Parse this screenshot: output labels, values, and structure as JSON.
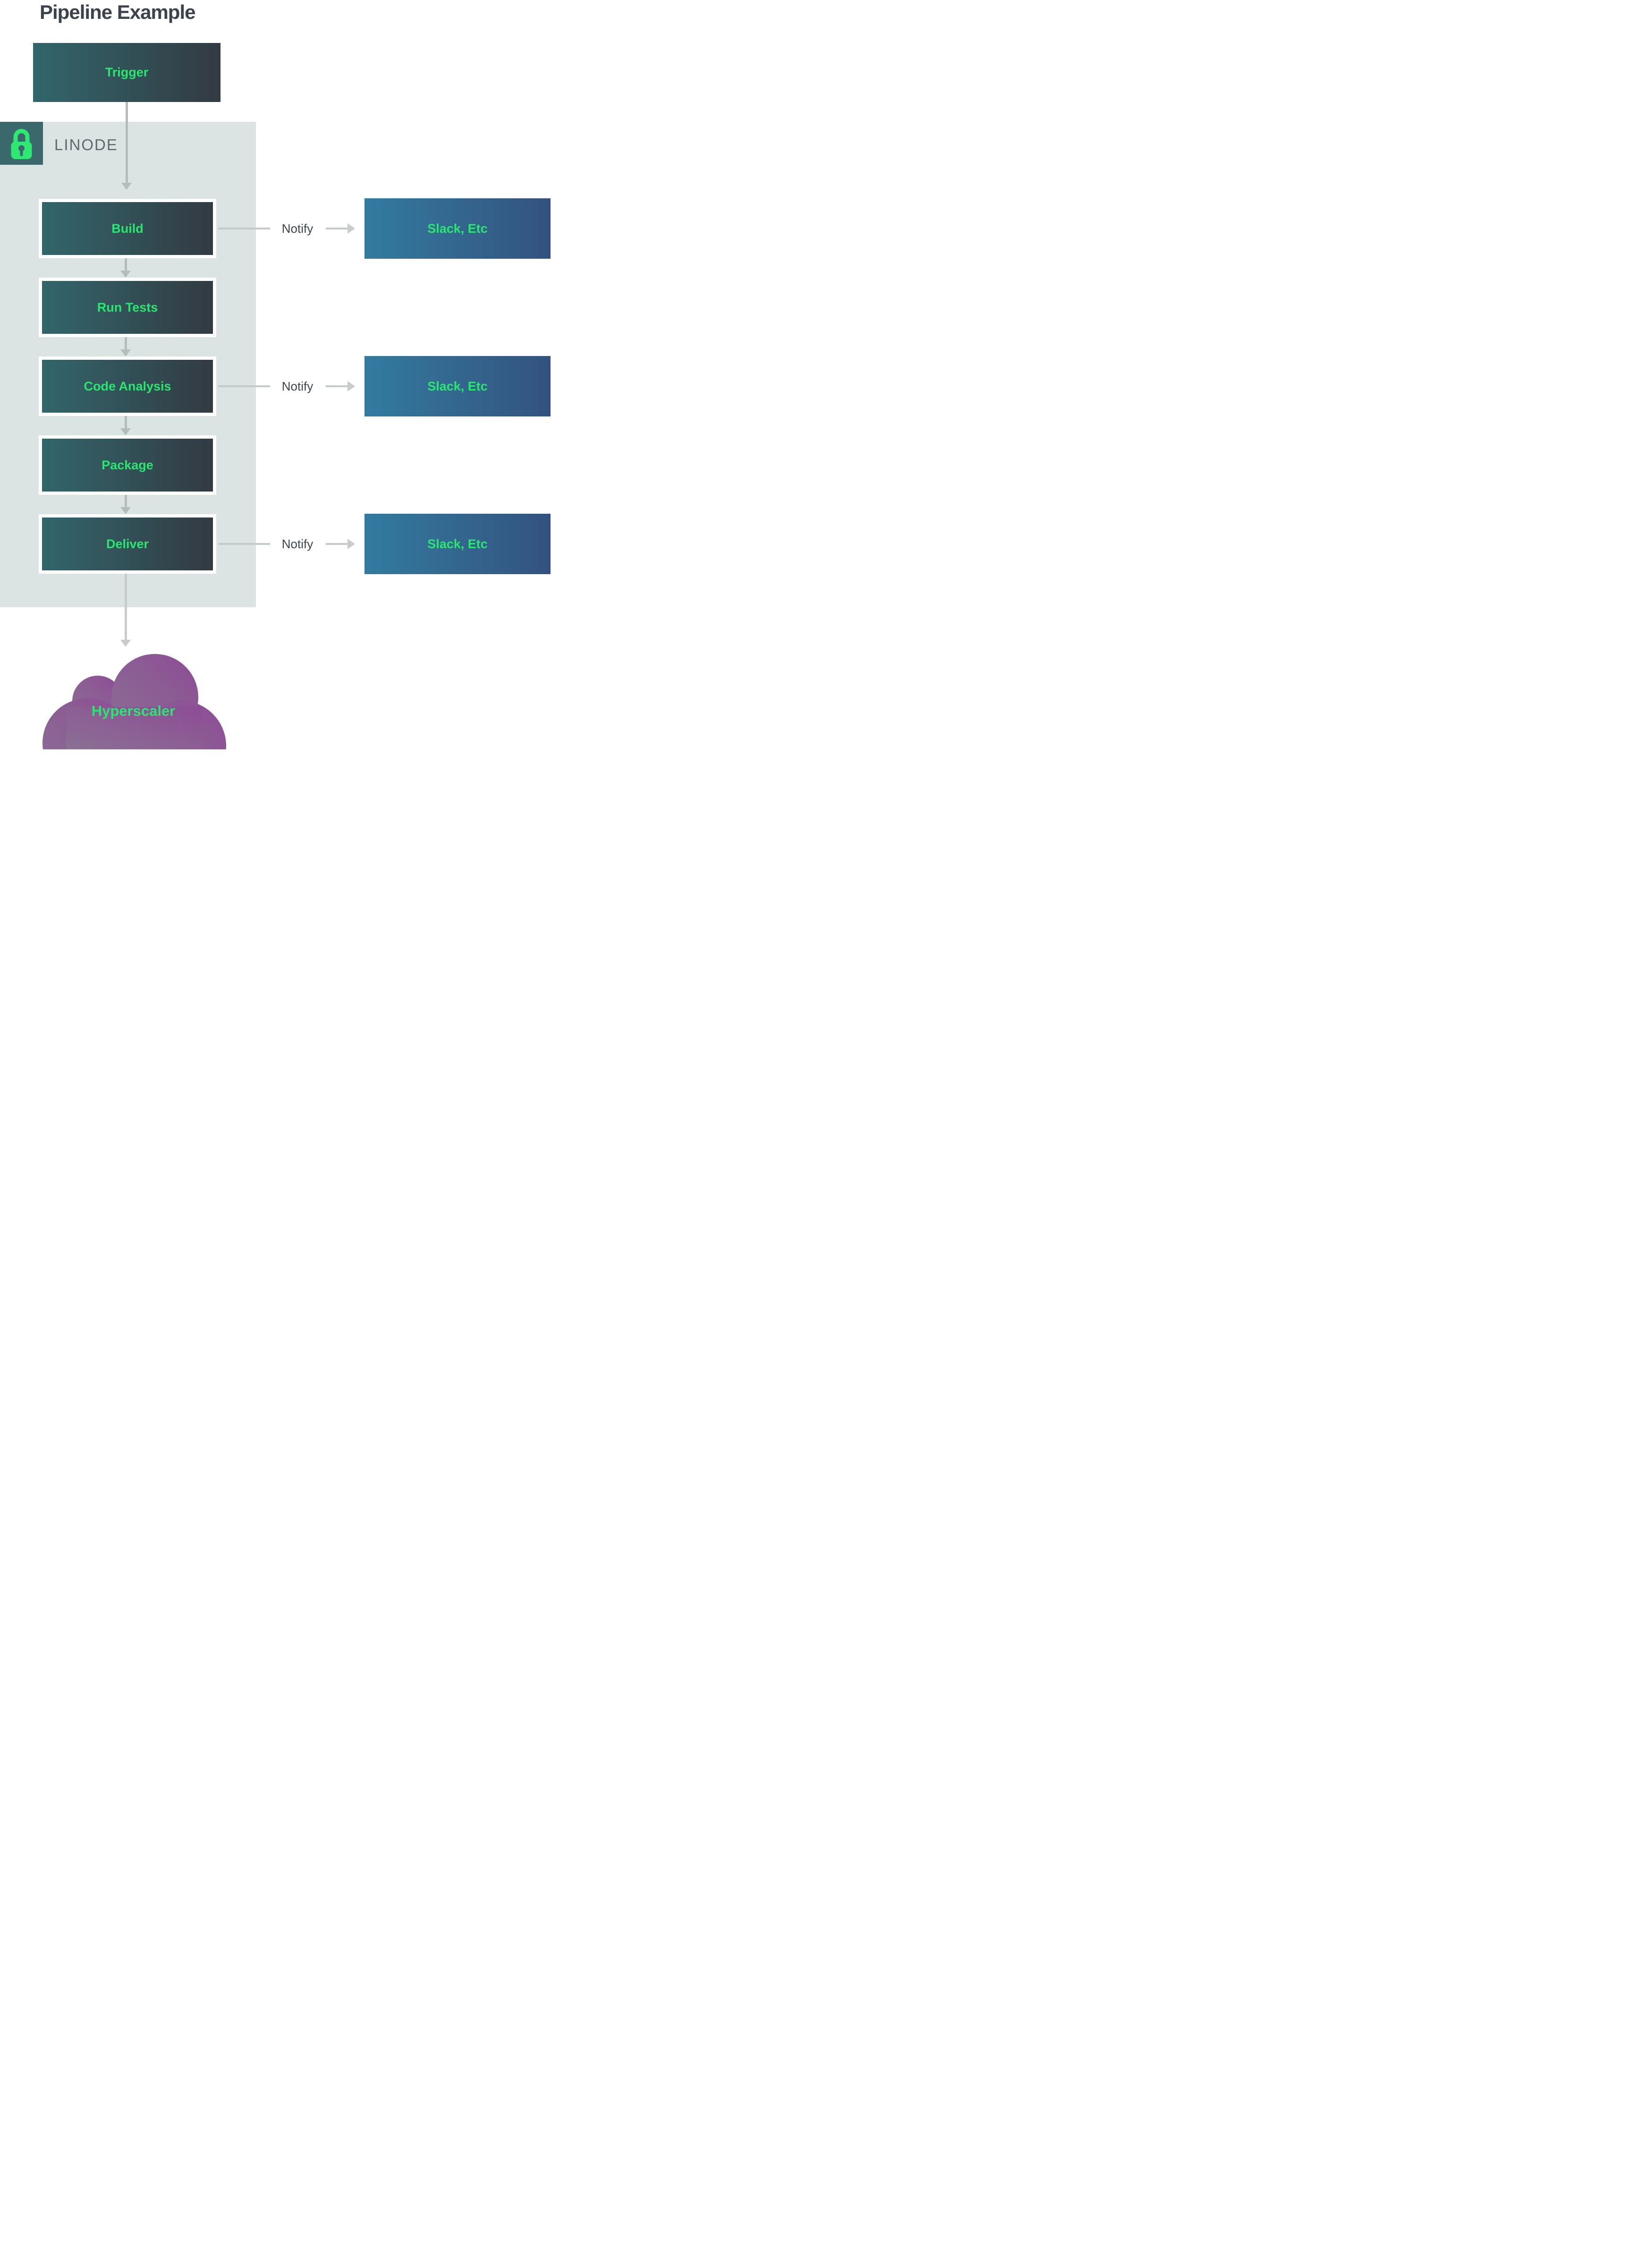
{
  "title": "Pipeline Example",
  "trigger": {
    "label": "Trigger"
  },
  "linode": {
    "label": "LINODE",
    "icon": "lock-icon"
  },
  "steps": [
    {
      "label": "Build",
      "notify": true
    },
    {
      "label": "Run Tests",
      "notify": false
    },
    {
      "label": "Code Analysis",
      "notify": true
    },
    {
      "label": "Package",
      "notify": false
    },
    {
      "label": "Deliver",
      "notify": true
    }
  ],
  "notifications": [
    {
      "label": "Notify",
      "target": "Slack, Etc"
    },
    {
      "label": "Notify",
      "target": "Slack, Etc"
    },
    {
      "label": "Notify",
      "target": "Slack, Etc"
    }
  ],
  "cloud": {
    "label": "Hyperscaler"
  },
  "colors": {
    "accent_green": "#2ce571",
    "step_gradient_left": "#31666b",
    "step_gradient_right": "#333a42",
    "slack_gradient_left": "#337ba0",
    "slack_gradient_right": "#33527e",
    "container_bg": "#dce3e3",
    "lock_badge_bg": "#3a686b",
    "cloud_gradient_light": "#8a7193",
    "cloud_gradient_dark": "#8d4c95",
    "arrow_gray": "#b4bdbc",
    "title_color": "#3d434c",
    "linode_label_color": "#5f696e",
    "notify_text_color": "#3d4550"
  }
}
